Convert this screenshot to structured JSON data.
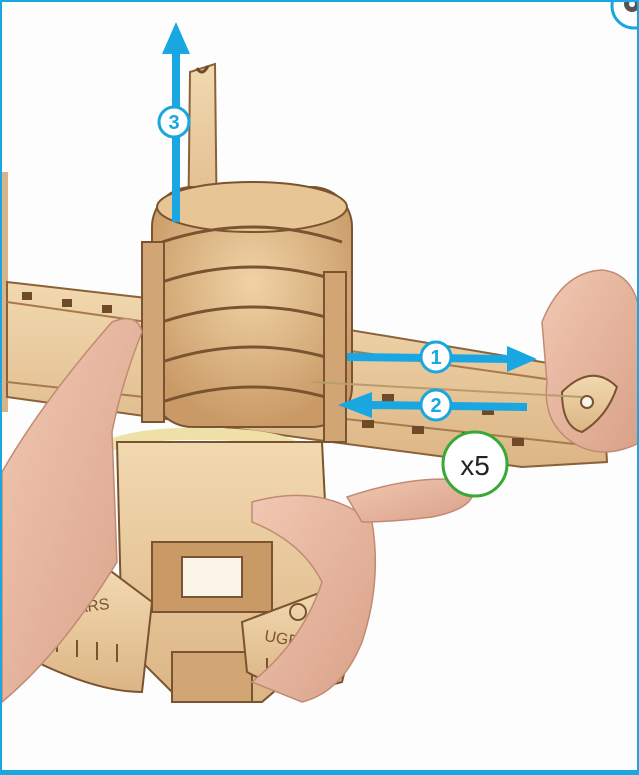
{
  "steps": [
    {
      "number": "1",
      "direction": "pull-out"
    },
    {
      "number": "2",
      "direction": "push-in"
    },
    {
      "number": "3",
      "direction": "lift-up"
    }
  ],
  "repeat_badge": {
    "text": "x5"
  },
  "brand_marks": [
    "UGEARS",
    "UGEARS"
  ],
  "colors": {
    "arrow": "#1aa6e0",
    "badge_ring": "#39a935",
    "frame": "#1aa6e0",
    "wood": "#e8c99a",
    "wood_dark": "#7a5430",
    "skin": "#e9b9a0"
  },
  "corner_icon": "gear-icon"
}
